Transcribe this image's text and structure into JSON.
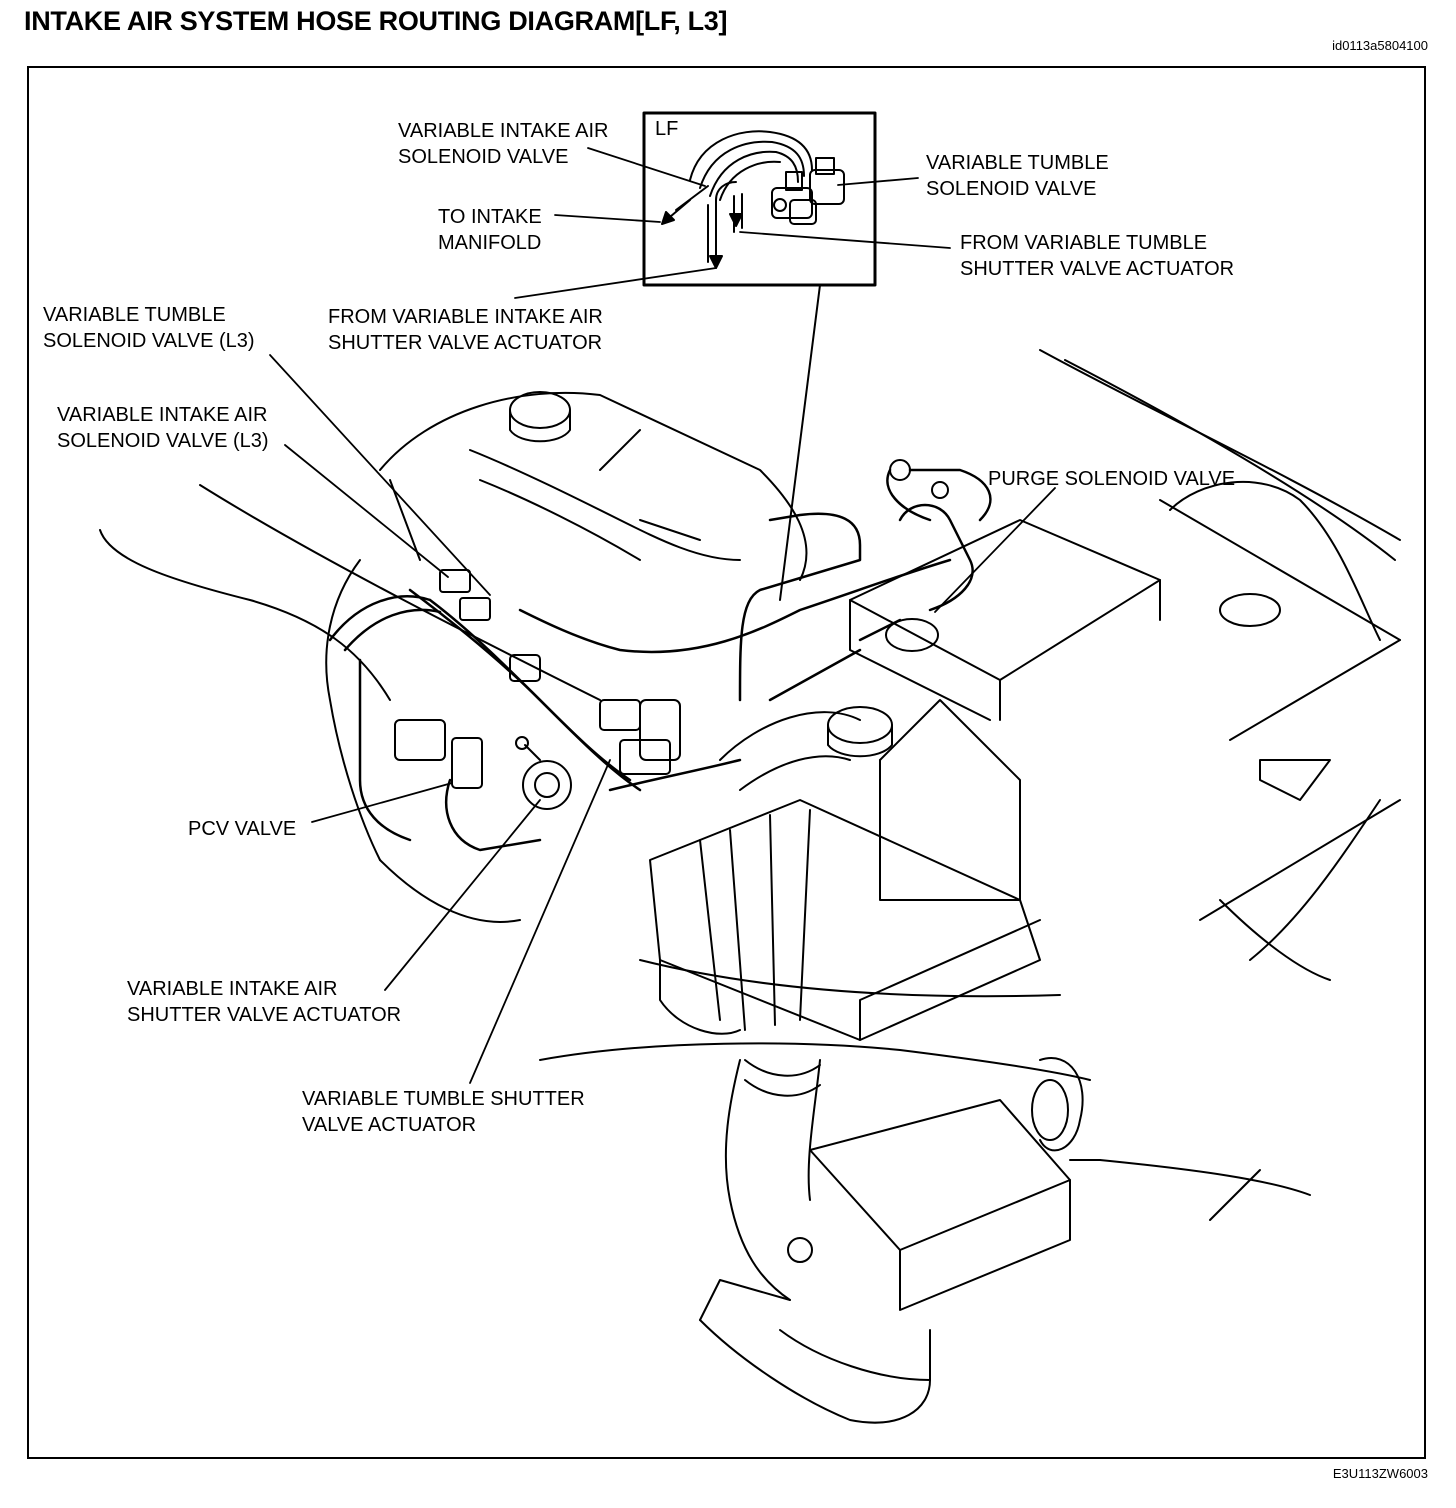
{
  "header": {
    "title": "INTAKE AIR SYSTEM HOSE ROUTING DIAGRAM[LF, L3]",
    "doc_id": "id0113a5804100"
  },
  "footer": {
    "figure_id": "E3U113ZW6003"
  },
  "inset": {
    "tag": "LF"
  },
  "callouts": {
    "vias_valve_lf": [
      "VARIABLE INTAKE AIR",
      "SOLENOID VALVE"
    ],
    "to_intake_manifold": [
      "TO INTAKE",
      "MANIFOLD"
    ],
    "vts_valve_lf": [
      "VARIABLE TUMBLE",
      "SOLENOID VALVE"
    ],
    "from_vts_actuator": [
      "FROM VARIABLE TUMBLE",
      "SHUTTER VALVE ACTUATOR"
    ],
    "from_vias_actuator": [
      "FROM VARIABLE INTAKE AIR",
      "SHUTTER VALVE ACTUATOR"
    ],
    "vts_valve_l3": [
      "VARIABLE TUMBLE",
      "SOLENOID VALVE (L3)"
    ],
    "vias_valve_l3": [
      "VARIABLE INTAKE AIR",
      "SOLENOID VALVE (L3)"
    ],
    "purge_valve": [
      "PURGE SOLENOID VALVE"
    ],
    "pcv_valve": [
      "PCV VALVE"
    ],
    "vias_actuator": [
      "VARIABLE INTAKE AIR",
      "SHUTTER VALVE ACTUATOR"
    ],
    "vts_actuator": [
      "VARIABLE TUMBLE SHUTTER",
      "VALVE ACTUATOR"
    ]
  }
}
